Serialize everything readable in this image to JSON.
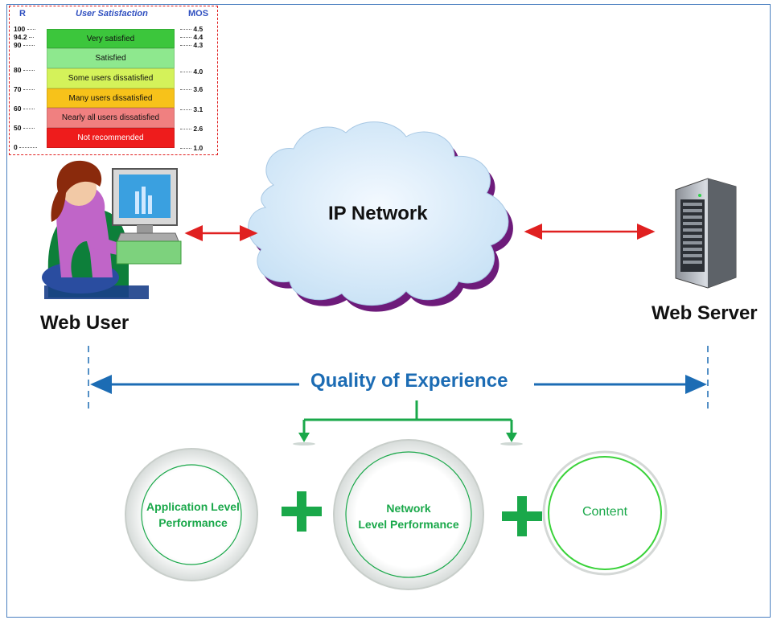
{
  "scale": {
    "header_r": "R",
    "header_title": "User Satisfaction",
    "header_mos": "MOS",
    "r_ticks": [
      "100",
      "94.2",
      "90",
      "80",
      "70",
      "60",
      "50",
      "0"
    ],
    "mos_ticks": [
      "4.5",
      "4.4",
      "4.3",
      "4.0",
      "3.6",
      "3.1",
      "2.6",
      "1.0"
    ],
    "bands": [
      {
        "label": "Very satisfied",
        "color": "#3cc63c"
      },
      {
        "label": "Satisfied",
        "color": "#8ee88e"
      },
      {
        "label": "Some users dissatisfied",
        "color": "#d4f25a"
      },
      {
        "label": "Many users dissatisfied",
        "color": "#f7c21a"
      },
      {
        "label": "Nearly all users dissatisfied",
        "color": "#f08080"
      },
      {
        "label": "Not recommended",
        "color": "#ee1c1c"
      }
    ]
  },
  "nodes": {
    "user": "Web User",
    "network": "IP Network",
    "server": "Web Server"
  },
  "qoe": {
    "title": "Quality of Experience",
    "components": [
      "Application Level Performance",
      "Network Level Performance",
      "Content"
    ],
    "component_lines": [
      [
        "Application Level",
        "Performance"
      ],
      [
        "Network",
        "Level Performance"
      ],
      [
        "Content"
      ]
    ]
  },
  "colors": {
    "frame": "#4a7fc0",
    "link_arrow": "#e02020",
    "qoe_arrow": "#1c6cb4",
    "green": "#1aa84a"
  },
  "icons": [
    "web-user-icon",
    "cloud-icon",
    "server-icon",
    "plus-icon"
  ]
}
